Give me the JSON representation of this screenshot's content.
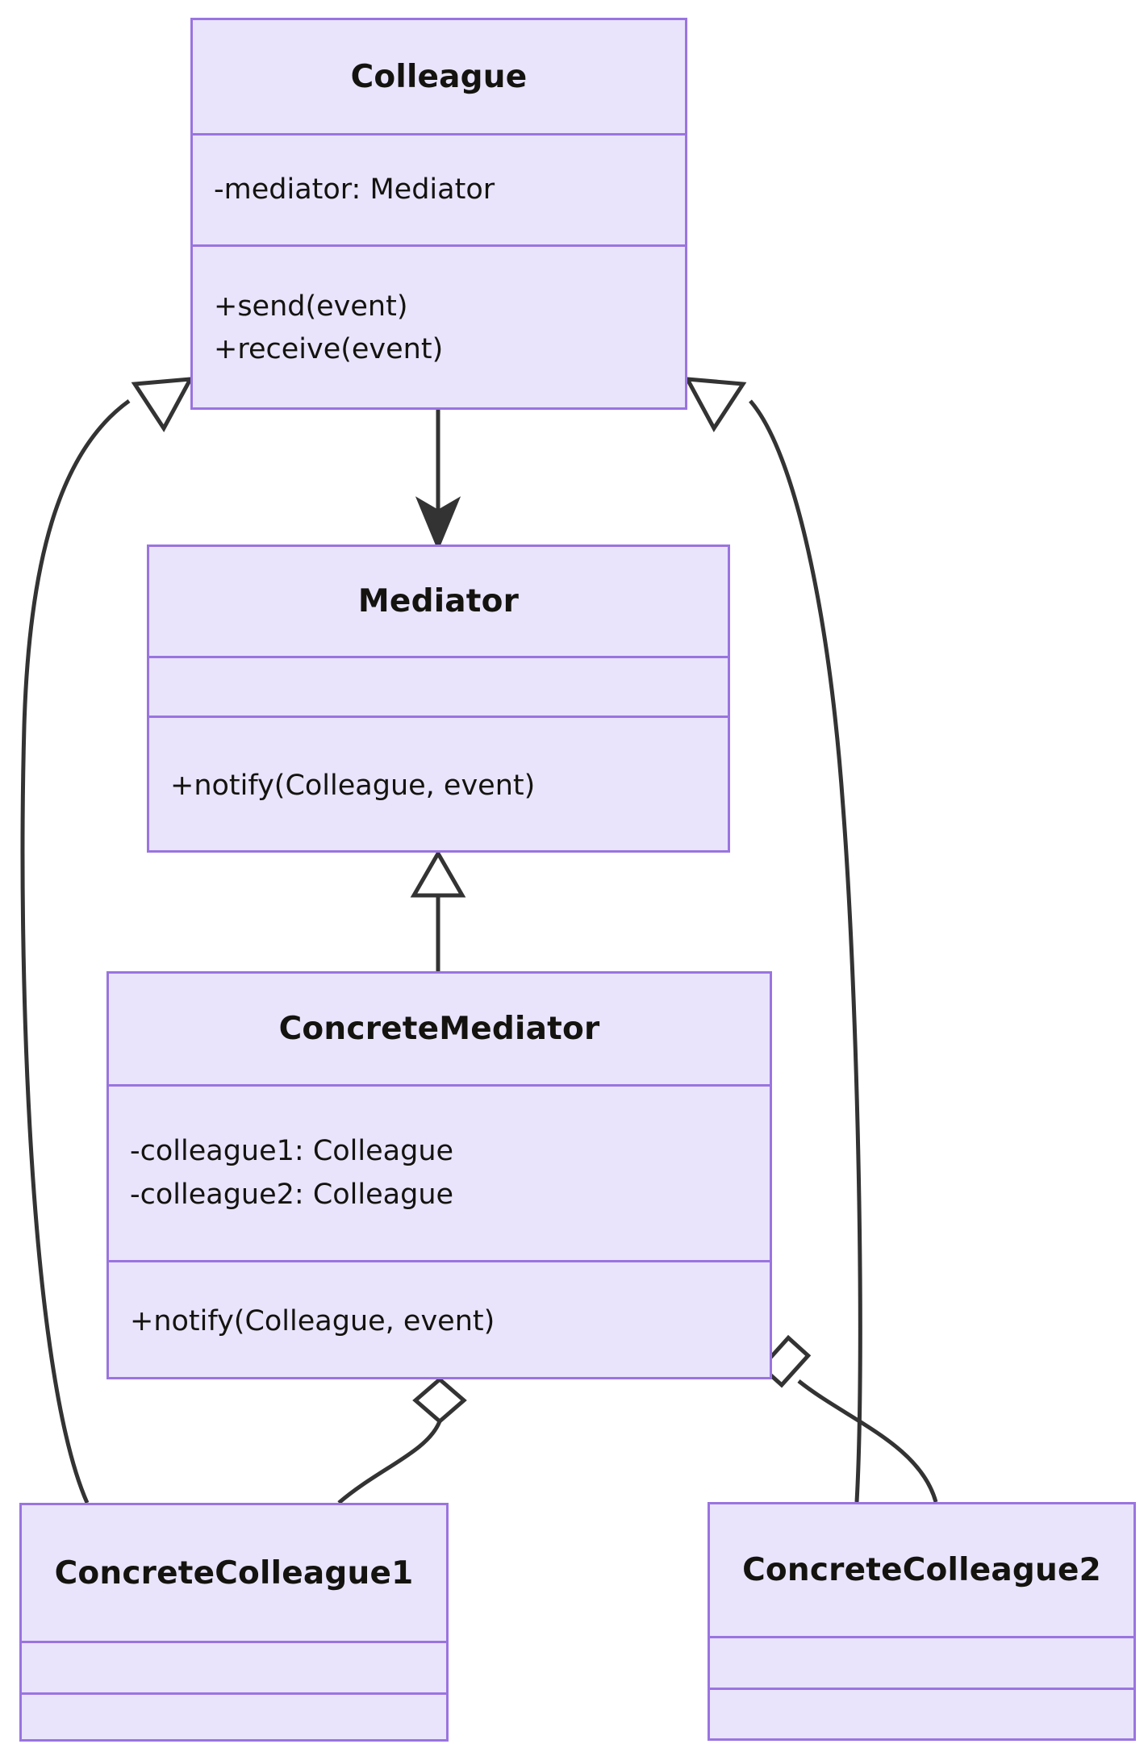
{
  "diagram": {
    "kind": "uml-class-diagram",
    "pattern": "Mediator",
    "colors": {
      "class_fill": "#e9e4fb",
      "class_border": "#9a74e0",
      "text": "#15130f",
      "edge": "#333333",
      "background": "#ffffff"
    },
    "classes": [
      {
        "id": "colleague",
        "name": "Colleague",
        "attributes": [
          "-mediator: Mediator"
        ],
        "methods": [
          "+send(event)",
          "+receive(event)"
        ]
      },
      {
        "id": "mediator",
        "name": "Mediator",
        "attributes": [],
        "methods": [
          "+notify(Colleague, event)"
        ]
      },
      {
        "id": "concretemediator",
        "name": "ConcreteMediator",
        "attributes": [
          "-colleague1: Colleague",
          "-colleague2: Colleague"
        ],
        "methods": [
          "+notify(Colleague, event)"
        ]
      },
      {
        "id": "concretecolleague1",
        "name": "ConcreteColleague1",
        "attributes": [],
        "methods": []
      },
      {
        "id": "concretecolleague2",
        "name": "ConcreteColleague2",
        "attributes": [],
        "methods": []
      }
    ],
    "relationships": [
      {
        "id": "colleague-to-mediator",
        "from": "Colleague",
        "to": "Mediator",
        "type": "association",
        "marker": "filled-arrow"
      },
      {
        "id": "concretemediator-to-mediator",
        "from": "ConcreteMediator",
        "to": "Mediator",
        "type": "generalization",
        "marker": "hollow-triangle"
      },
      {
        "id": "concretecolleague1-to-colleague",
        "from": "ConcreteColleague1",
        "to": "Colleague",
        "type": "generalization",
        "marker": "hollow-triangle"
      },
      {
        "id": "concretecolleague2-to-colleague",
        "from": "ConcreteColleague2",
        "to": "Colleague",
        "type": "generalization",
        "marker": "hollow-triangle"
      },
      {
        "id": "concretemediator-aggregates-colleague1",
        "from": "ConcreteMediator",
        "to": "ConcreteColleague1",
        "type": "aggregation",
        "marker": "hollow-diamond"
      },
      {
        "id": "concretemediator-aggregates-colleague2",
        "from": "ConcreteMediator",
        "to": "ConcreteColleague2",
        "type": "aggregation",
        "marker": "hollow-diamond"
      }
    ]
  }
}
